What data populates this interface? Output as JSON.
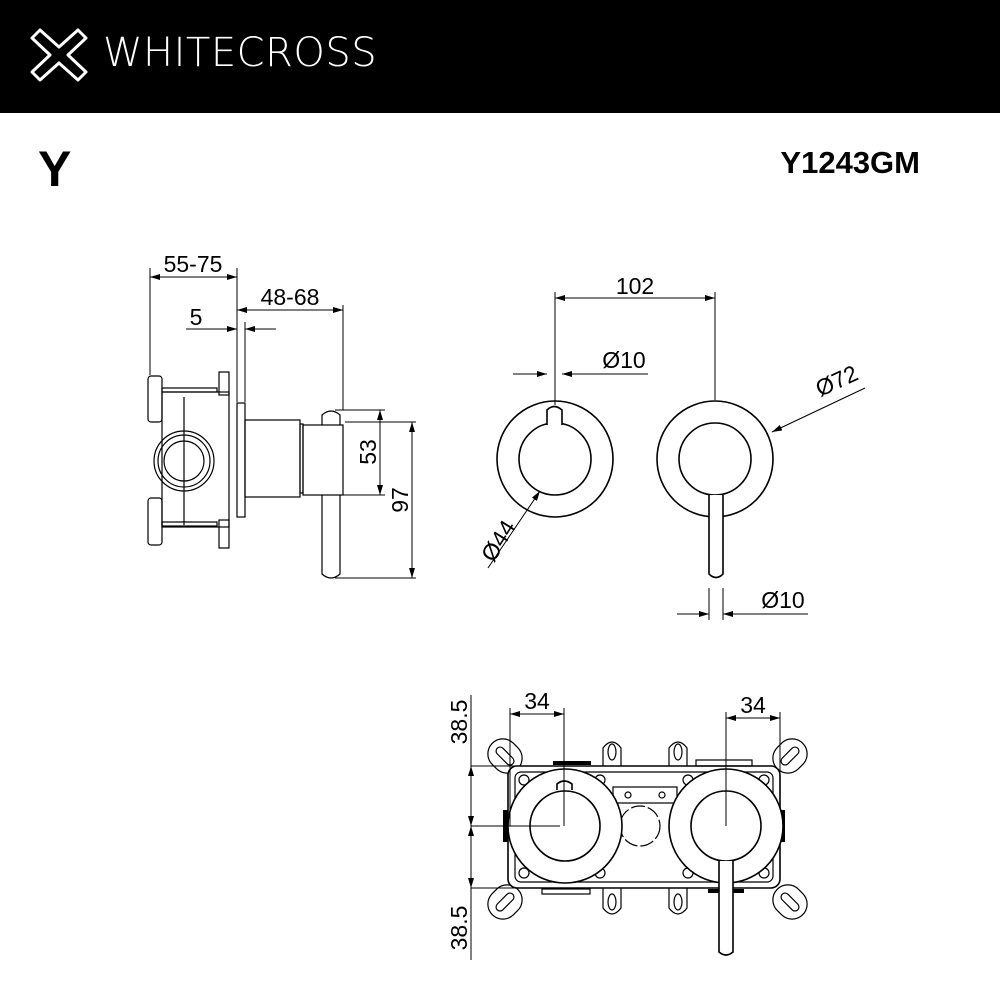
{
  "header": {
    "brand": "WHITECROSS",
    "logo_icon": "cross-outline-logo",
    "background": "#000000"
  },
  "series": "Y",
  "model": "Y1243GM",
  "side_view": {
    "dim_depth": "55-75",
    "dim_projection": "48-68",
    "dim_plate": "5",
    "dim_handle_height": "53",
    "dim_total_height": "97"
  },
  "front_view": {
    "dim_centers": "102",
    "dim_lever_top": "Ø10",
    "dim_outer": "Ø72",
    "dim_inner": "Ø44",
    "dim_lever_bottom": "Ø10"
  },
  "box_view": {
    "dim_left_offset": "34",
    "dim_right_offset": "34",
    "dim_top": "38.5",
    "dim_bottom": "38.5"
  }
}
